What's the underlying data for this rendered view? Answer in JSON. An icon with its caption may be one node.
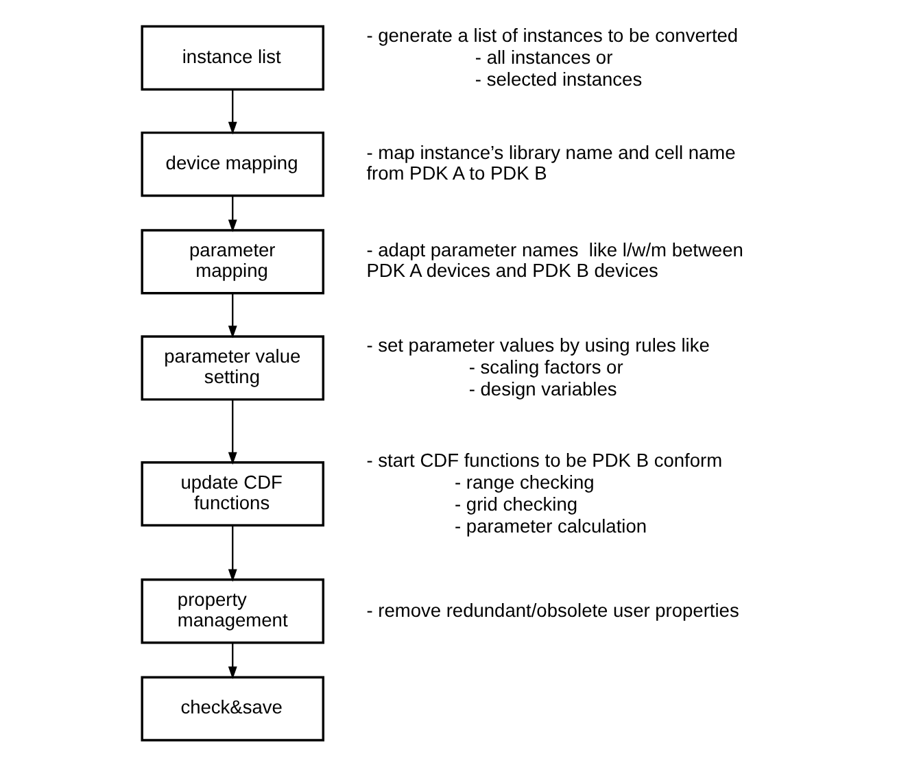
{
  "diagram": {
    "nodes": [
      {
        "text": [
          "instance list"
        ],
        "beside": [
          "- generate a list of instances to be converted",
          "- all instances or",
          "- selected instances"
        ]
      },
      {
        "text": [
          "device mapping"
        ],
        "beside": [
          "- map instance’s library name and cell name from PDK A to PDK B"
        ]
      },
      {
        "text": [
          "parameter mapping"
        ],
        "beside": [
          "- adapt parameter names  like l/w/m between PDK A devices and PDK B devices"
        ]
      },
      {
        "text": [
          "parameter value setting"
        ],
        "beside": [
          "- set parameter values by using rules like",
          "- scaling factors or",
          "- design variables"
        ]
      },
      {
        "text": [
          "update CDF functions"
        ],
        "beside": [
          "- start CDF functions to be PDK B conform",
          "- range checking",
          "- grid checking",
          "- parameter calculation"
        ]
      },
      {
        "text": [
          "property management"
        ],
        "beside": [
          "- remove redundant/obsolete user properties"
        ]
      },
      {
        "text": [
          "check&save"
        ]
      }
    ],
    "edges": [
      {
        "from": 0,
        "to": 1,
        "arrow": "to"
      },
      {
        "from": 1,
        "to": 2,
        "arrow": "to"
      },
      {
        "from": 2,
        "to": 3,
        "arrow": "to"
      },
      {
        "from": 3,
        "to": 4,
        "arrow": "to"
      },
      {
        "from": 4,
        "to": 5,
        "arrow": "to"
      },
      {
        "from": 5,
        "to": 6,
        "arrow": "to"
      }
    ]
  }
}
